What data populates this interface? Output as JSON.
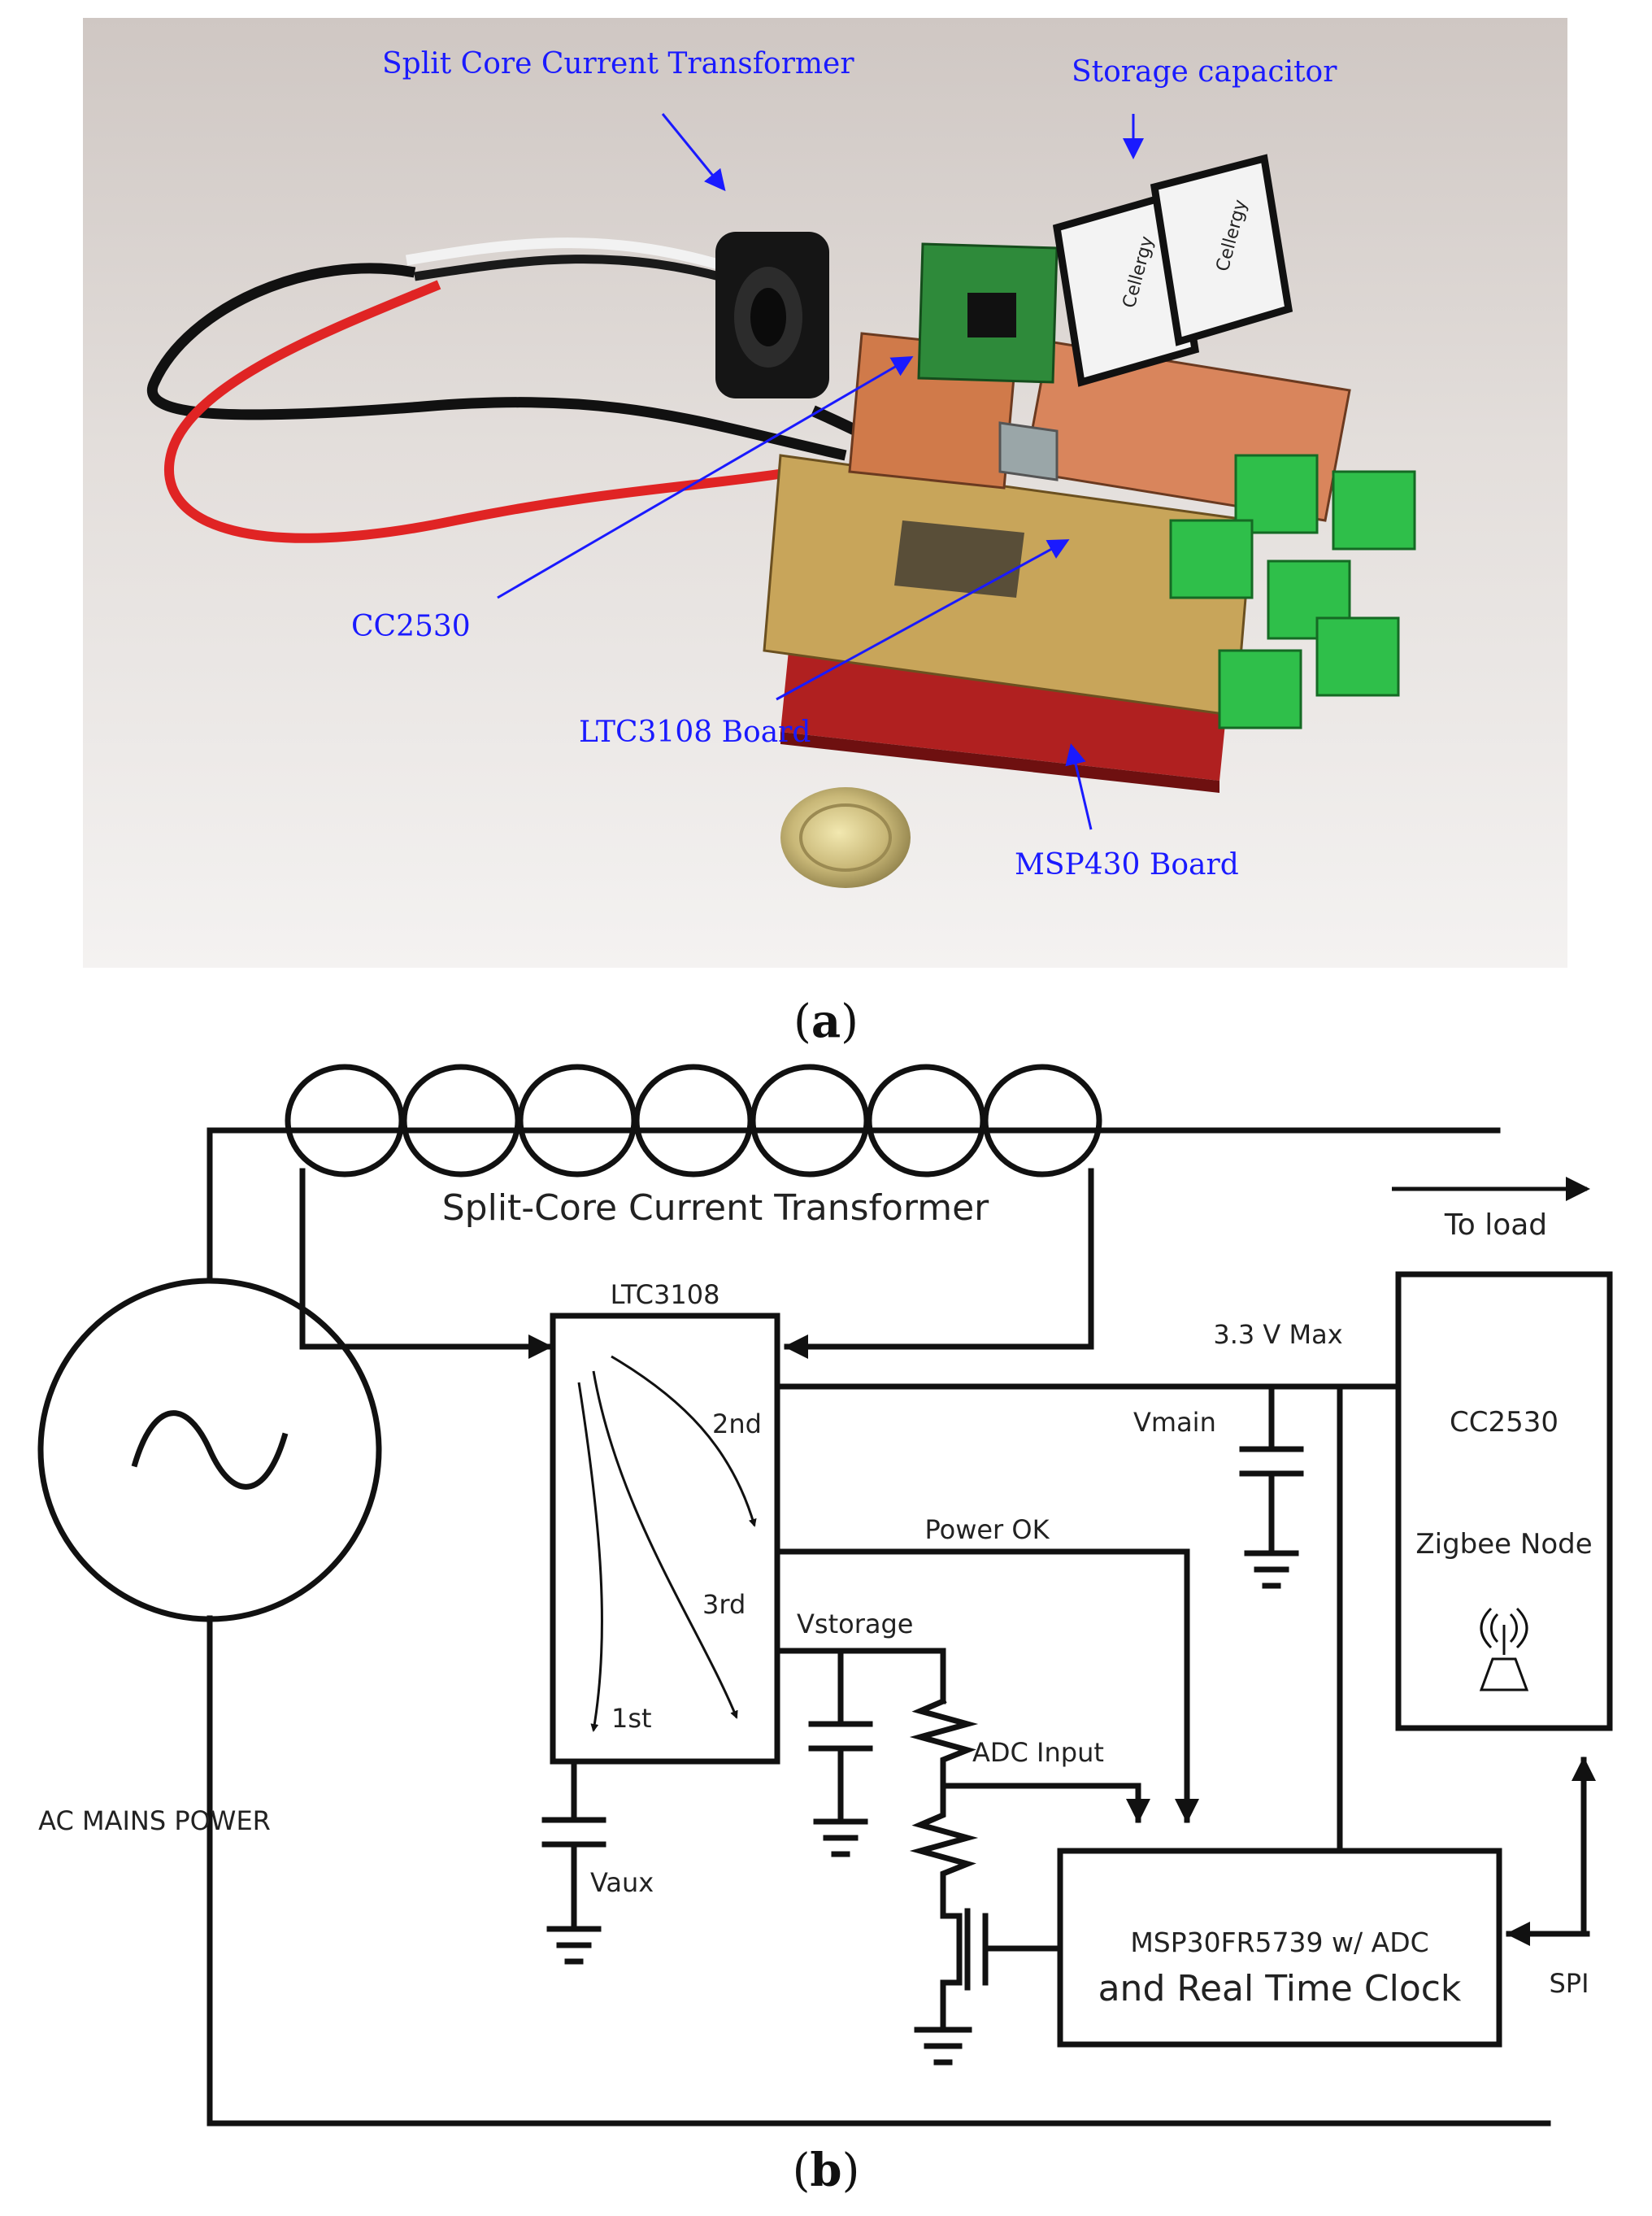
{
  "panel_a": {
    "caption_open": "(",
    "caption_letter": "a",
    "caption_close": ")",
    "callouts": {
      "split_core_ct": "Split Core Current Transformer",
      "storage_capacitor": "Storage capacitor",
      "cc2530": "CC2530",
      "ltc3108_board": "LTC3108 Board",
      "msp430_board": "MSP430 Board"
    },
    "capacitor_brand": "Cellergy",
    "callout_color": "#1a1aff"
  },
  "panel_b": {
    "caption_open": "(",
    "caption_letter": "b",
    "caption_close": ")",
    "transformer_label": "Split-Core Current Transformer",
    "to_load": "To load",
    "ltc_label": "LTC3108",
    "arrow_2nd": "2nd",
    "arrow_3rd": "3rd",
    "arrow_1st": "1st",
    "v_max": "3.3 V Max",
    "vmain": "Vmain",
    "power_ok": "Power OK",
    "vstorage": "Vstorage",
    "adc_input": "ADC Input",
    "vaux": "Vaux",
    "ac_mains": "AC MAINS POWER",
    "cc2530": "CC2530",
    "zigbee": "Zigbee Node",
    "mcu_line1": "MSP30FR5739 w/ ADC",
    "mcu_line2": "and Real Time Clock",
    "spi": "SPI",
    "icons": [
      "antenna-icon",
      "ground-icon",
      "capacitor-icon",
      "resistor-icon",
      "ac-source-icon",
      "mosfet-icon"
    ]
  }
}
